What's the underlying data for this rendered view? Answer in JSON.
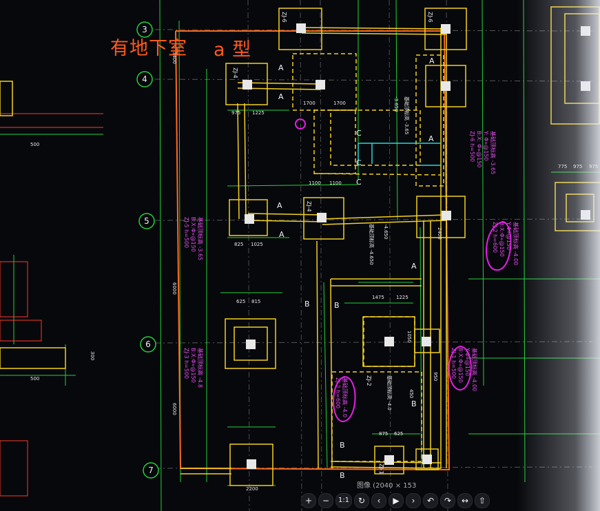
{
  "annotation": {
    "title": "有地下室",
    "type": "a 型"
  },
  "statusbar": {
    "image_info": "图像 (2040 × 153"
  },
  "toolbar": {
    "zoom_in": "+",
    "zoom_out": "−",
    "actual_size": "1:1",
    "refresh": "↻",
    "prev": "‹",
    "play": "▶",
    "next": "›",
    "rotate_left": "↶",
    "rotate_right": "↷",
    "fit": "↔",
    "export": "⇧"
  },
  "axis_bubbles": [
    "3",
    "4",
    "5",
    "6",
    "7"
  ],
  "footings": [
    {
      "id": "ZJ-6",
      "desc": ""
    },
    {
      "id": "ZJ-6",
      "desc": ""
    },
    {
      "id": "ZJ-6",
      "desc": ""
    },
    {
      "id": "ZJ-4",
      "desc": ""
    },
    {
      "id": "ZJ-4",
      "desc": ""
    },
    {
      "id": "ZJ-3",
      "desc": ""
    },
    {
      "id": "ZJ-2",
      "desc": ""
    },
    {
      "id": "ZJ-1",
      "desc": ""
    }
  ],
  "labels": {
    "l1": "ZJ-6 h=500",
    "l2": "B:X: Φ»@150",
    "l3": "Y: Φ»@150",
    "l4": "基础顶标高 -3.65",
    "l5": "ZJ-2 h=600",
    "l6": "B:X:Φ»@150",
    "l7": "Y:Φ»@150",
    "l8": "基础顶标高 -4.00",
    "l9": "ZJ-1 h=500",
    "l10": "B:X:Φ»@150",
    "l11": "Y:Φ»@150",
    "l12": "基础顶标高 -4.00",
    "l13": "ZJ-3 h=500",
    "l14": "B:X:Φ»@150",
    "l15": "基础顶标高 -4.8",
    "l16": "ZJ-2 h=600",
    "l17": "基础顶标高 -4.0",
    "l18": "ZJ-5 h=500",
    "l19": "B:X:Φ»@150",
    "l20": "基础顶标高 -3.65"
  },
  "dims": {
    "d1": "975",
    "d2": "1225",
    "d3": "1100",
    "d4": "1100",
    "d5": "825",
    "d6": "1025",
    "d7": "625",
    "d8": "815",
    "d9": "1475",
    "d10": "1225",
    "d11": "875",
    "d12": "625",
    "d13": "1700",
    "d14": "1700",
    "d15": "500",
    "d16": "975",
    "d17": "775",
    "d18": "975",
    "d19": "2400",
    "d20": "3400",
    "d21": "6000",
    "d22": "6000",
    "d23": "300",
    "d24": "500",
    "d25": "2200",
    "d26": "1050",
    "d27": "950",
    "d28": "450"
  },
  "section_marks": [
    "A",
    "A",
    "A",
    "A",
    "A",
    "A",
    "A",
    "B",
    "B",
    "B",
    "B",
    "B",
    "C",
    "C",
    "C"
  ],
  "elev_notes": [
    "基础顶标高 -3.65",
    "基础顶标高 -4.650",
    "-3.650",
    "-4.650",
    "基础顶标高 -4.0"
  ]
}
